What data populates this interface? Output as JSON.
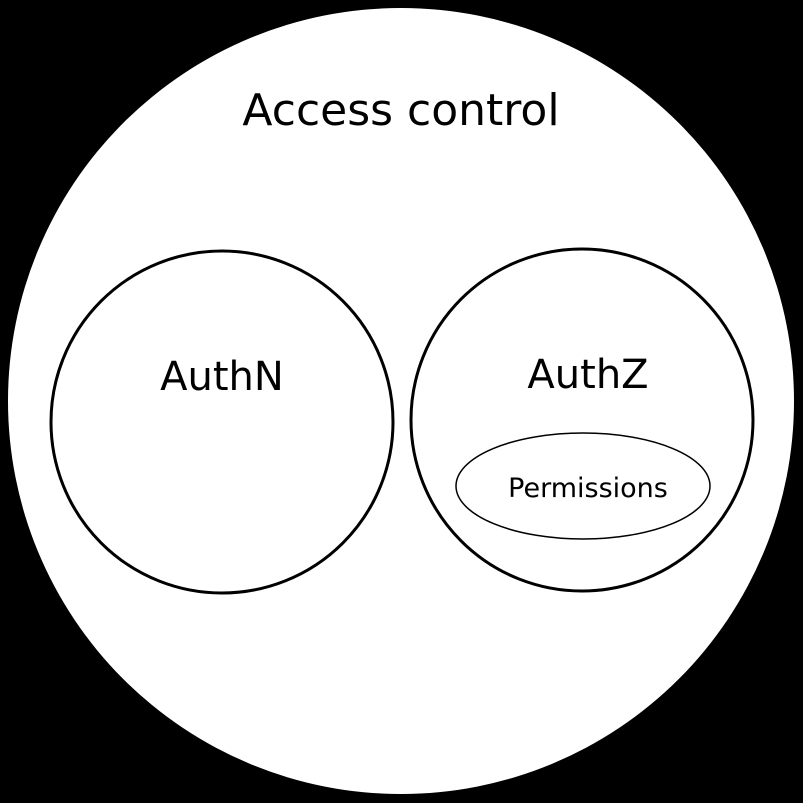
{
  "diagram": {
    "type": "venn-euler",
    "title": "Access control",
    "nodes": {
      "outer": {
        "label": "Access control",
        "shape": "circle",
        "contains": [
          "authn",
          "authz"
        ]
      },
      "authn": {
        "label": "AuthN",
        "shape": "circle",
        "contains": []
      },
      "authz": {
        "label": "AuthZ",
        "shape": "circle",
        "contains": [
          "permissions"
        ]
      },
      "permissions": {
        "label": "Permissions",
        "shape": "ellipse",
        "contains": []
      }
    },
    "colors": {
      "background": "#000000",
      "shape_fill": "#ffffff",
      "shape_stroke": "#000000",
      "text": "#000000"
    }
  }
}
